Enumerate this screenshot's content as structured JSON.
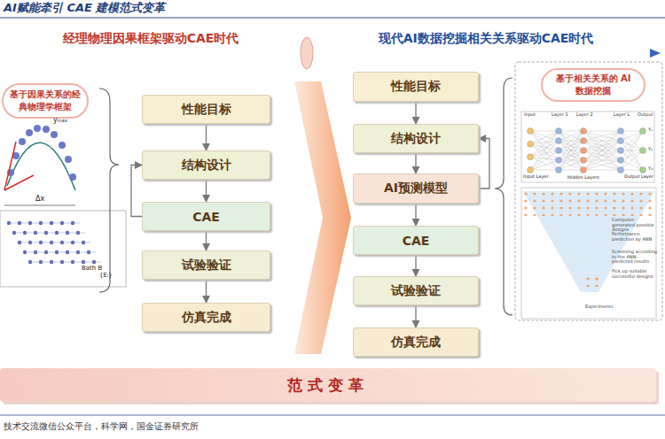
{
  "diagram": {
    "title": "AI赋能牵引 CAE 建模范式变革",
    "caption": "技术交流微信公众平台，科学网，国金证券研究所",
    "nodes": [
      {
        "text": [
          "经理物理因果框架驱动CAE时代"
        ]
      },
      {
        "text": [
          "现代AI数据挖掘相关关系驱动CAE时代"
        ]
      },
      {
        "text": [
          "基于因果关系的经典物理学框架"
        ]
      },
      {
        "text": [
          "性能目标"
        ]
      },
      {
        "text": [
          "结构设计"
        ]
      },
      {
        "text": [
          "CAE"
        ]
      },
      {
        "text": [
          "试验验证"
        ]
      },
      {
        "text": [
          "仿真完成"
        ]
      },
      {
        "text": [
          "基于相关关系的 AI 数据挖掘"
        ]
      },
      {
        "text": [
          "性能目标"
        ]
      },
      {
        "text": [
          "结构设计"
        ]
      },
      {
        "text": [
          "AI预测模型"
        ]
      },
      {
        "text": [
          "CAE"
        ]
      },
      {
        "text": [
          "试验验证"
        ]
      },
      {
        "text": [
          "仿真完成"
        ]
      },
      {
        "text": [
          "范式变革"
        ]
      }
    ],
    "edges": [
      {
        "from": 3,
        "to": 4,
        "arrow": "to"
      },
      {
        "from": 4,
        "to": 5,
        "arrow": "to"
      },
      {
        "from": 5,
        "to": 6,
        "arrow": "to"
      },
      {
        "from": 6,
        "to": 7,
        "arrow": "to"
      },
      {
        "from": 5,
        "to": 4,
        "arrow": "to"
      },
      {
        "from": 9,
        "to": 10,
        "arrow": "to"
      },
      {
        "from": 10,
        "to": 11,
        "arrow": "to"
      },
      {
        "from": 11,
        "to": 12,
        "arrow": "to"
      },
      {
        "from": 12,
        "to": 13,
        "arrow": "to"
      },
      {
        "from": 13,
        "to": 14,
        "arrow": "to"
      },
      {
        "from": 11,
        "to": 10,
        "arrow": "to"
      }
    ],
    "labels": [
      "yₘₐₓ",
      "Δx",
      "Bath B",
      "{Eᵢ}",
      "Input",
      "Layer 1",
      "Layer 2",
      "Layer L",
      "Output",
      "Input Layer",
      "Hidden Layers",
      "Output Layer",
      "Y₁",
      "Y₂",
      "Yₘ",
      "Computer-generated possible designs",
      "Performance prediction by ANN",
      "Screening according to the ANN-predicted results",
      "Pick up suitable successful designs",
      "Experiments"
    ]
  }
}
